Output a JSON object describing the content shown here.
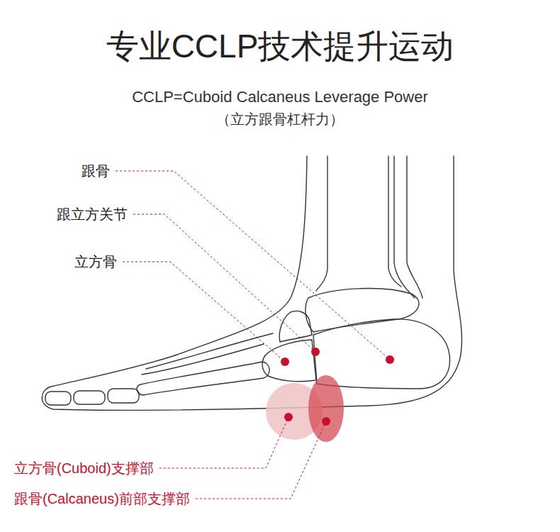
{
  "diagram": {
    "title": "专业CCLP技术提升运动",
    "labels": [
      "CCLP=Cuboid Calcaneus Leverage Power",
      "（立方跟骨杠杆力）",
      "跟骨",
      "跟立方关节",
      "立方骨",
      "立方骨(Cuboid)支撑部",
      "跟骨(Calcaneus)前部支撑部"
    ]
  }
}
